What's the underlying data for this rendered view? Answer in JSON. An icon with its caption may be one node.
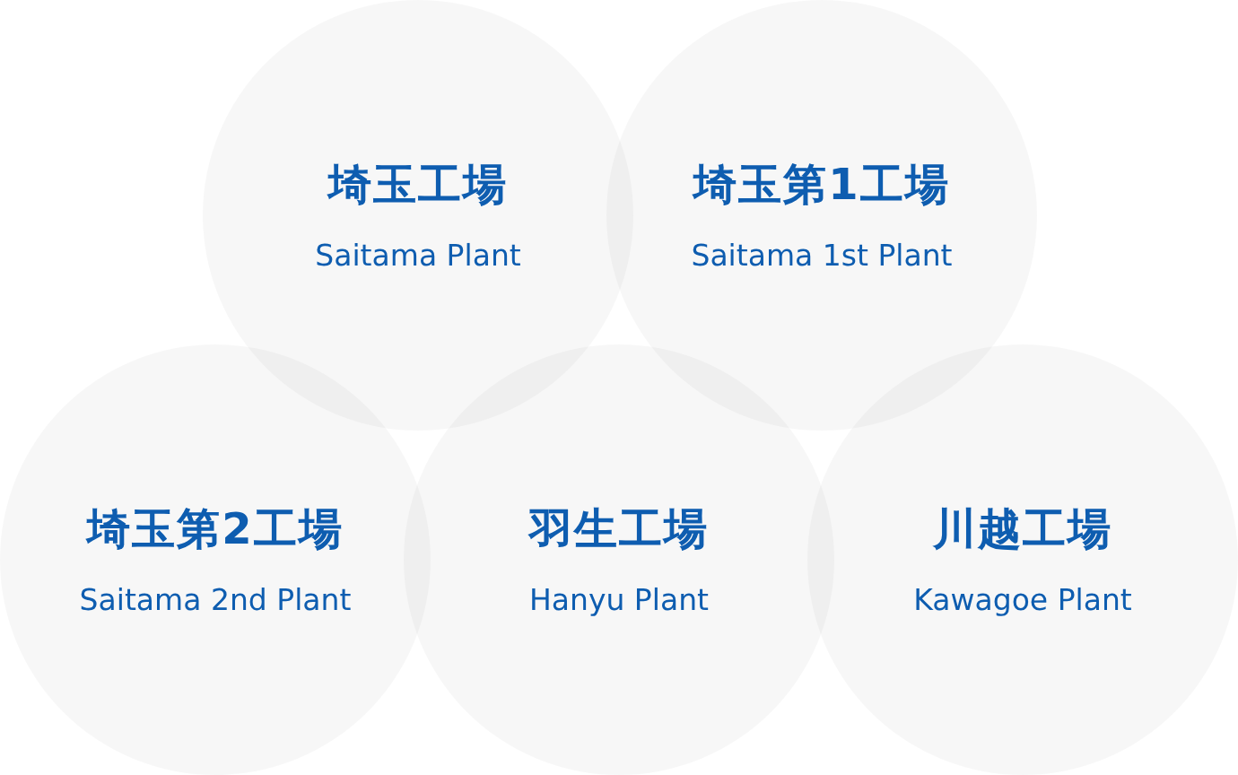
{
  "diagram": {
    "nodes": [
      {
        "text": [
          "埼玉工場",
          "Saitama Plant"
        ]
      },
      {
        "text": [
          "埼玉第1工場",
          "Saitama 1st Plant"
        ]
      },
      {
        "text": [
          "埼玉第2工場",
          "Saitama 2nd Plant"
        ]
      },
      {
        "text": [
          "羽生工場",
          "Hanyu Plant"
        ]
      },
      {
        "text": [
          "川越工場",
          "Kawagoe Plant"
        ]
      }
    ]
  }
}
